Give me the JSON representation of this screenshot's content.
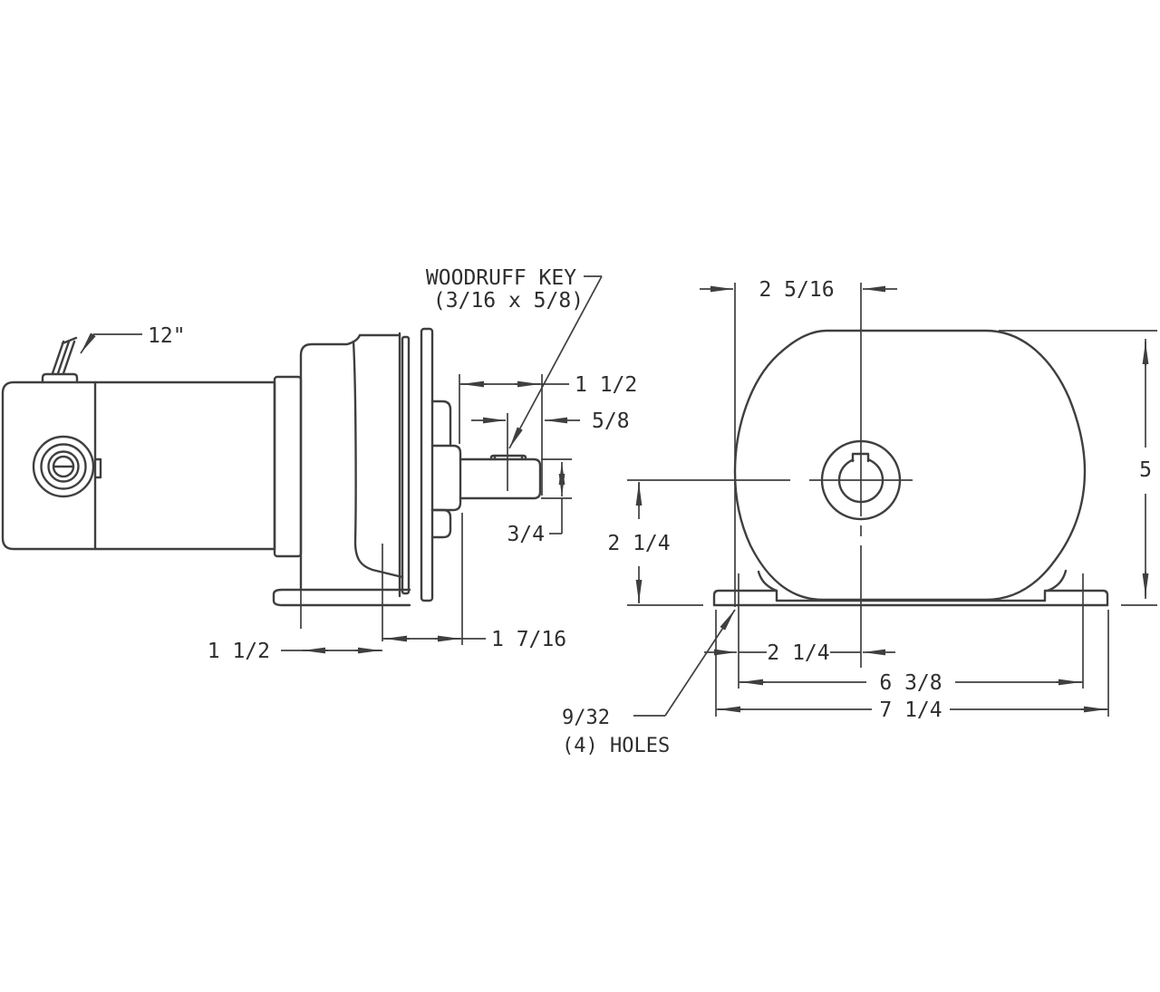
{
  "title": "gearmotor-dimension-drawing",
  "colors": {
    "line": "#3f3f3f",
    "text": "#2e2e2e",
    "bg": "#ffffff"
  },
  "side_view": {
    "labels": {
      "wire_length": "12\"",
      "woodruff_key_1": "WOODRUFF KEY",
      "woodruff_key_2": "(3/16 x 5/8)"
    },
    "dimensions": {
      "shaft_length": "1 1/2",
      "key_to_shaft_end": "5/8",
      "shaft_diameter": "3/4",
      "foot_slot_spacing": "1 1/2",
      "slot_to_gearbox_face": "1 7/16"
    }
  },
  "end_view": {
    "labels": {
      "holes_note_1": "9/32",
      "holes_note_2": "(4) HOLES"
    },
    "dimensions": {
      "left_edge_to_shaft_center": "2 5/16",
      "overall_height": "5",
      "base_to_shaft_center": "2 1/4",
      "hole_to_centerline": "2 1/4",
      "hole_spacing": "6 3/8",
      "overall_base_width": "7 1/4"
    }
  }
}
